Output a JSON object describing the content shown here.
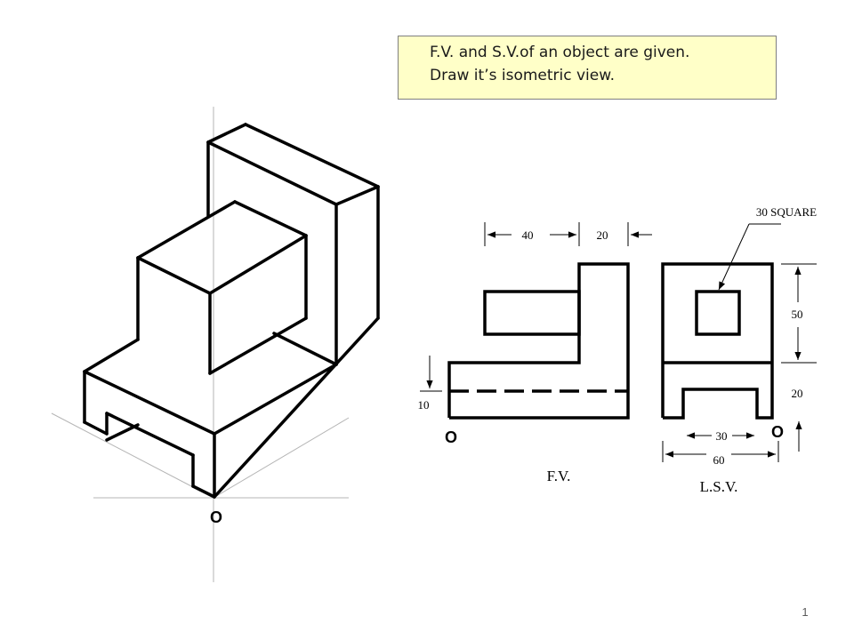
{
  "instructions": {
    "line1": "F.V. and S.V.of  an object are given.",
    "line2": "Draw it’s isometric view."
  },
  "isometric": {
    "origin_label": "O"
  },
  "front_view": {
    "caption": "F.V.",
    "origin_label": "O",
    "dims": {
      "top_left": "40",
      "top_right": "20",
      "left_height": "10"
    }
  },
  "side_view": {
    "caption": "L.S.V.",
    "origin_label": "O",
    "callout": "30 SQUARE",
    "dims": {
      "upper_height": "50",
      "lower_height": "20",
      "slot_width": "30",
      "overall_width": "60"
    }
  },
  "slide_number": "1",
  "colors": {
    "note_background": "#ffffc8",
    "line": "#000000"
  }
}
